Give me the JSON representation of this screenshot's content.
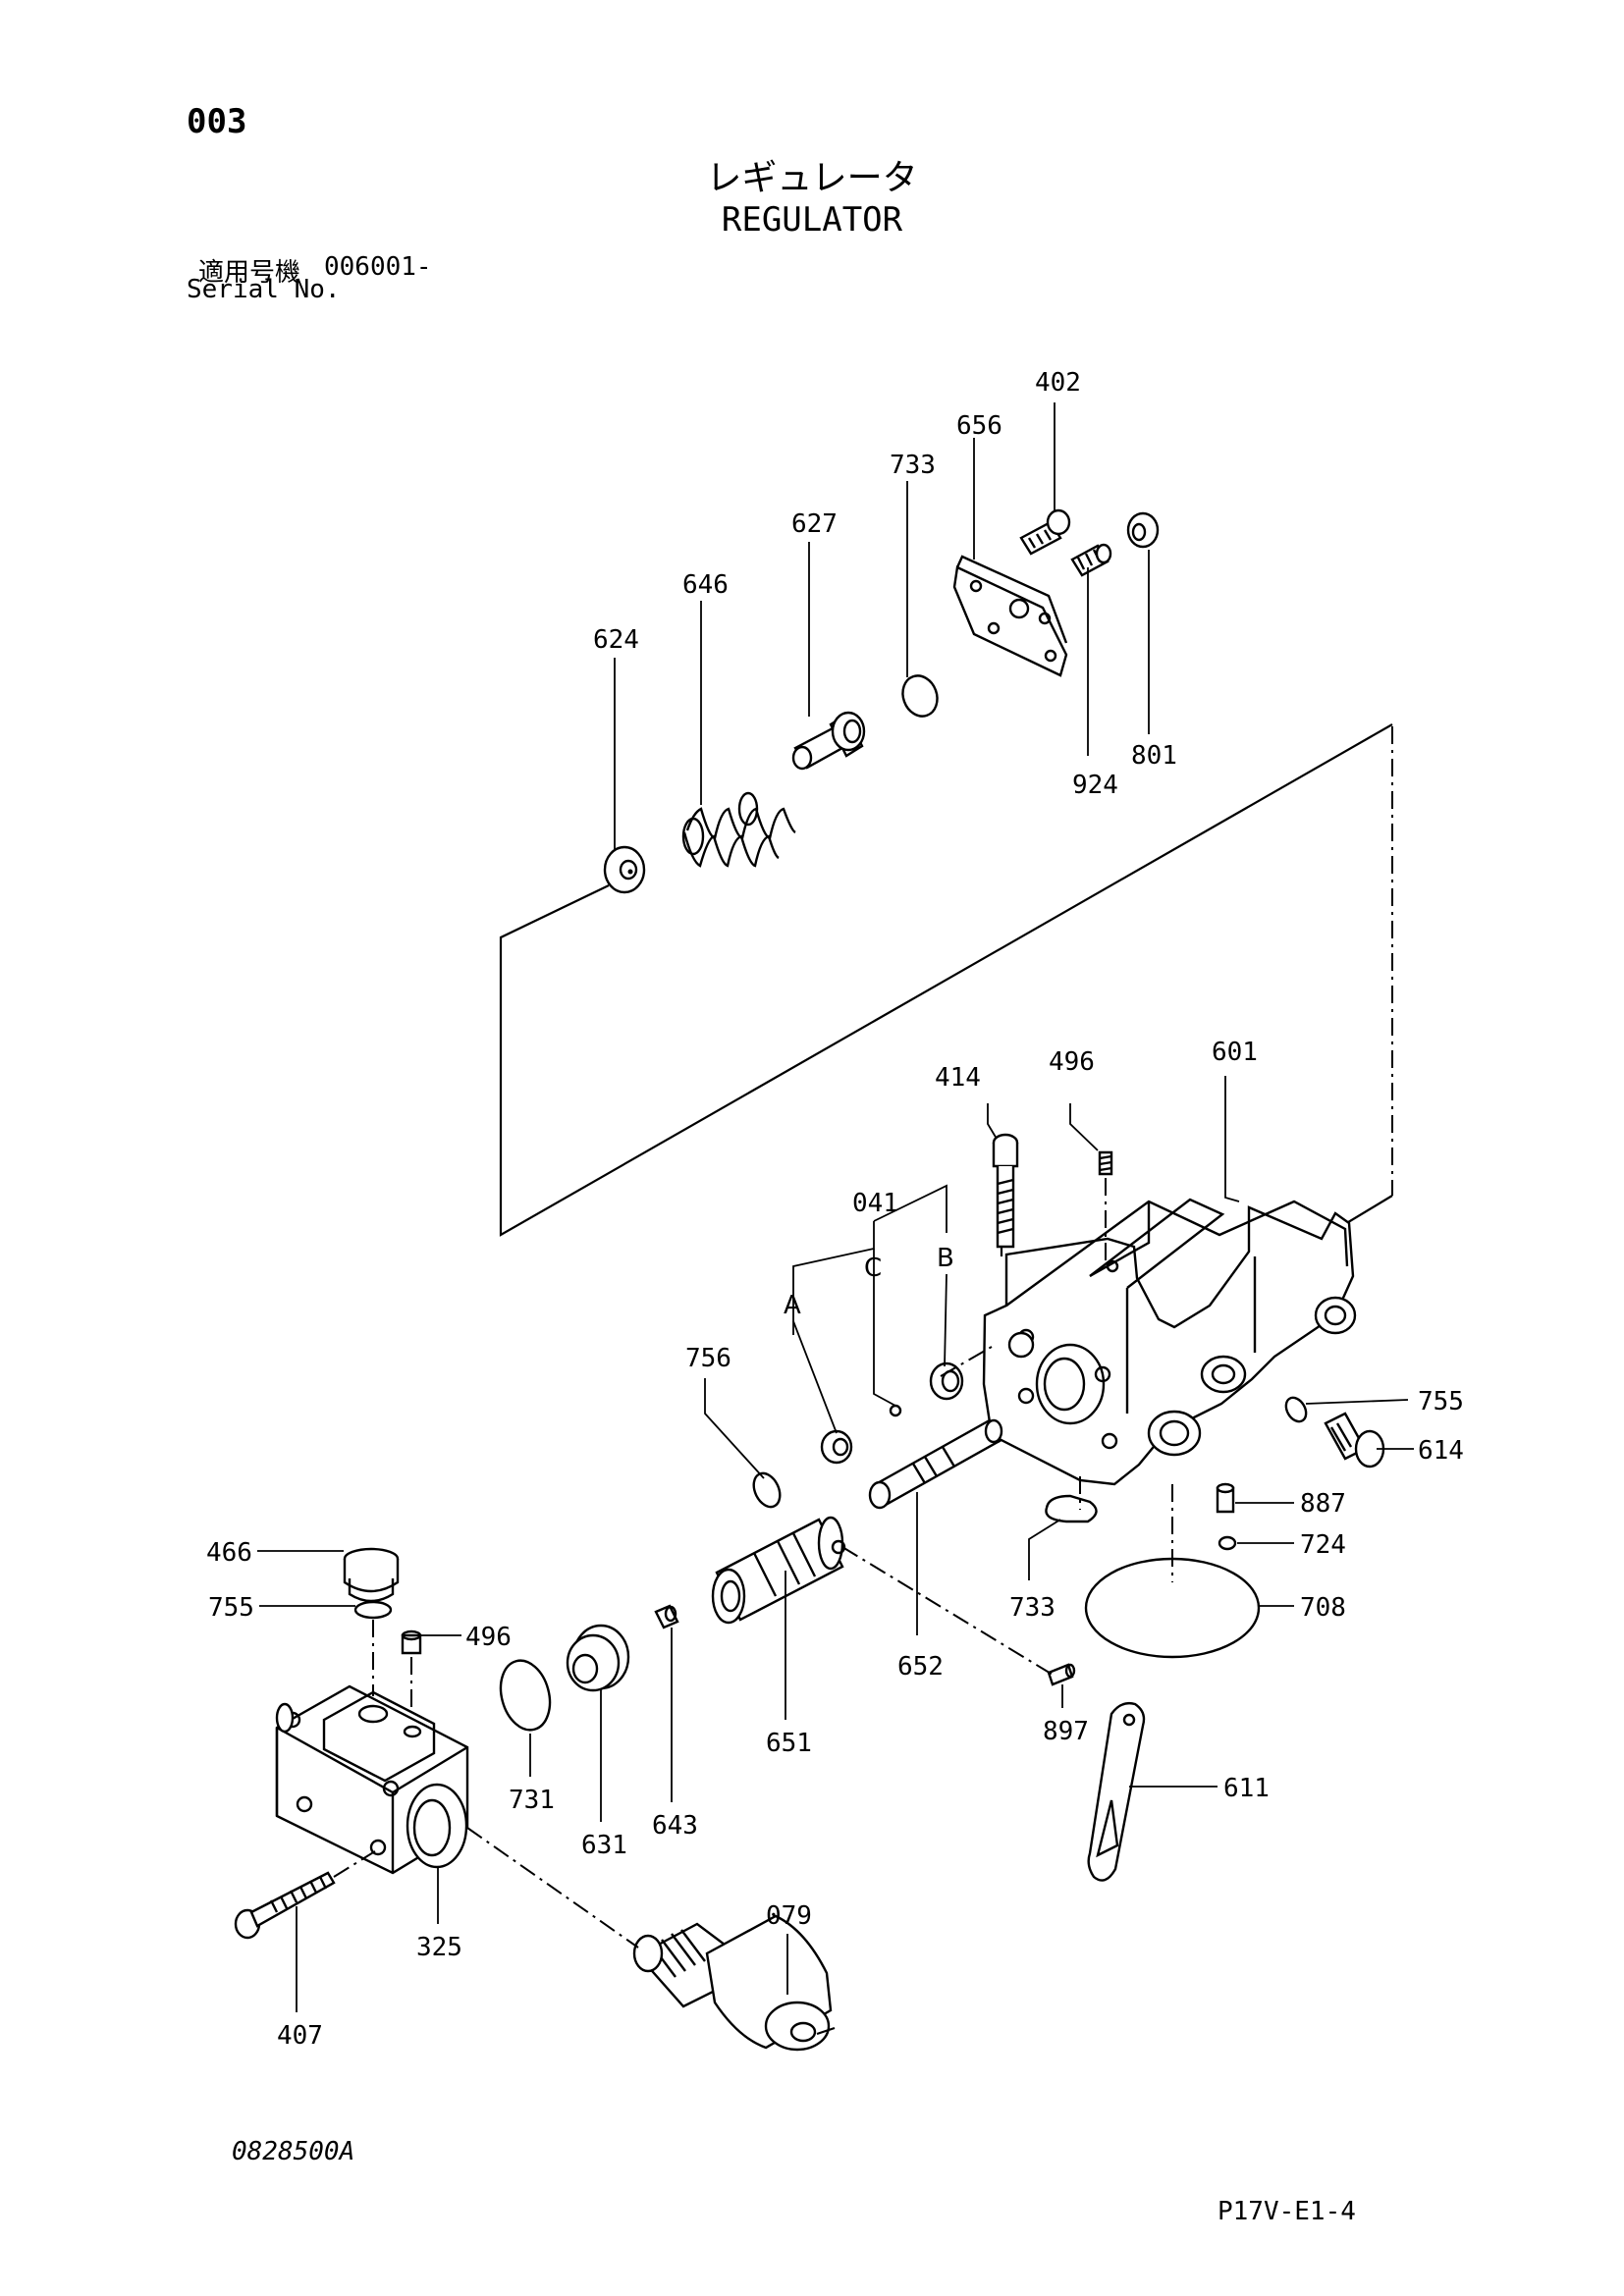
{
  "header": {
    "page_number": "003",
    "title_jp": "レギュレータ",
    "title_en": "REGULATOR",
    "serial_label_jp": "適用号機",
    "serial_number": "006001-",
    "serial_label_en": "Serial No."
  },
  "footer": {
    "drawing_number": "0828500A",
    "sheet_ref": "P17V-E1-4"
  },
  "callouts": [
    "402",
    "656",
    "733",
    "627",
    "646",
    "624",
    "924",
    "801",
    "414",
    "496",
    "601",
    "041",
    "B",
    "C",
    "A",
    "756",
    "755",
    "614",
    "887",
    "724",
    "708",
    "733",
    "652",
    "651",
    "897",
    "611",
    "466",
    "755",
    "496",
    "731",
    "631",
    "643",
    "325",
    "079",
    "407"
  ]
}
